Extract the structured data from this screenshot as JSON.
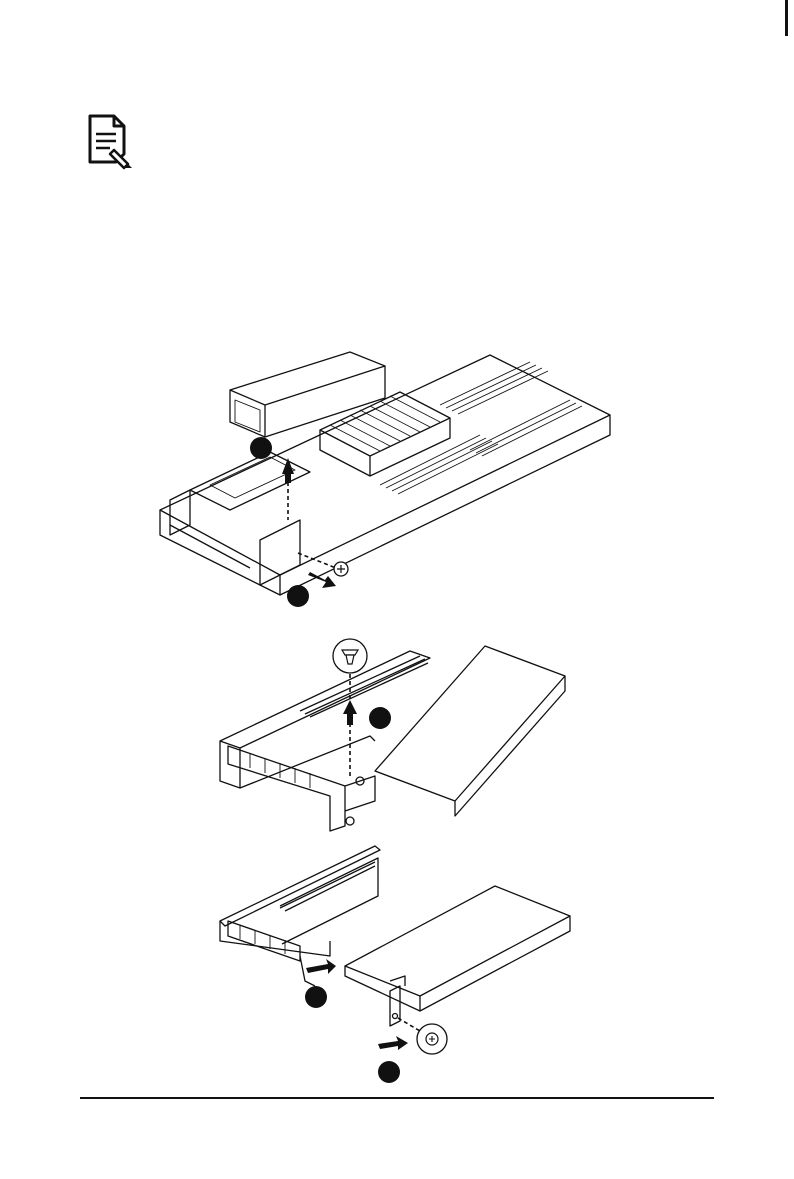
{
  "page": {
    "icon": "note-document-pencil-icon",
    "figures": [
      {
        "id": "remove-riser-from-node",
        "callouts": [
          {
            "kind": "step-marker"
          },
          {
            "kind": "step-marker"
          }
        ]
      },
      {
        "id": "remove-riser-bracket-screw",
        "callouts": [
          {
            "kind": "step-marker"
          }
        ]
      },
      {
        "id": "install-card-into-riser",
        "callouts": [
          {
            "kind": "step-marker"
          },
          {
            "kind": "step-marker"
          }
        ]
      }
    ],
    "colors": {
      "line": "#111111",
      "callout": "#111111",
      "background": "#ffffff"
    }
  }
}
